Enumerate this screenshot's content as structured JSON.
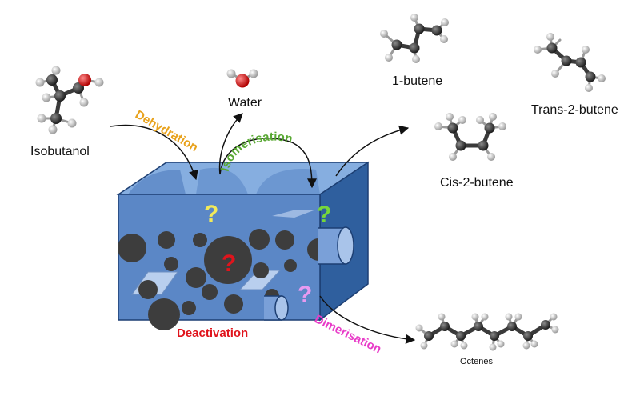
{
  "molecules": {
    "isobutanol": "Isobutanol",
    "water": "Water",
    "butene1": "1-butene",
    "trans2butene": "Trans-2-butene",
    "cis2butene": "Cis-2-butene",
    "octenes": "Octenes"
  },
  "processes": {
    "dehydration": "Dehydration",
    "isomerisation": "Isomerisation",
    "deactivation": "Deactivation",
    "dimerisation": "Dimerisation"
  },
  "question_marks": {
    "top_left": "?",
    "top_right": "?",
    "center": "?",
    "front": "?"
  },
  "colors": {
    "dehydration": "#e8a21c",
    "isomerisation": "#58a832",
    "deactivation": "#e0141c",
    "dimerisation": "#e83cc8",
    "catalyst_front": "#5b87c6",
    "catalyst_top": "#86aee0",
    "catalyst_side": "#2f5f9e",
    "pores": "#3d3d3d",
    "carbon_atom": "#3a3a3a",
    "hydrogen_atom": "#f0f0f0",
    "oxygen_atom": "#e01818"
  }
}
